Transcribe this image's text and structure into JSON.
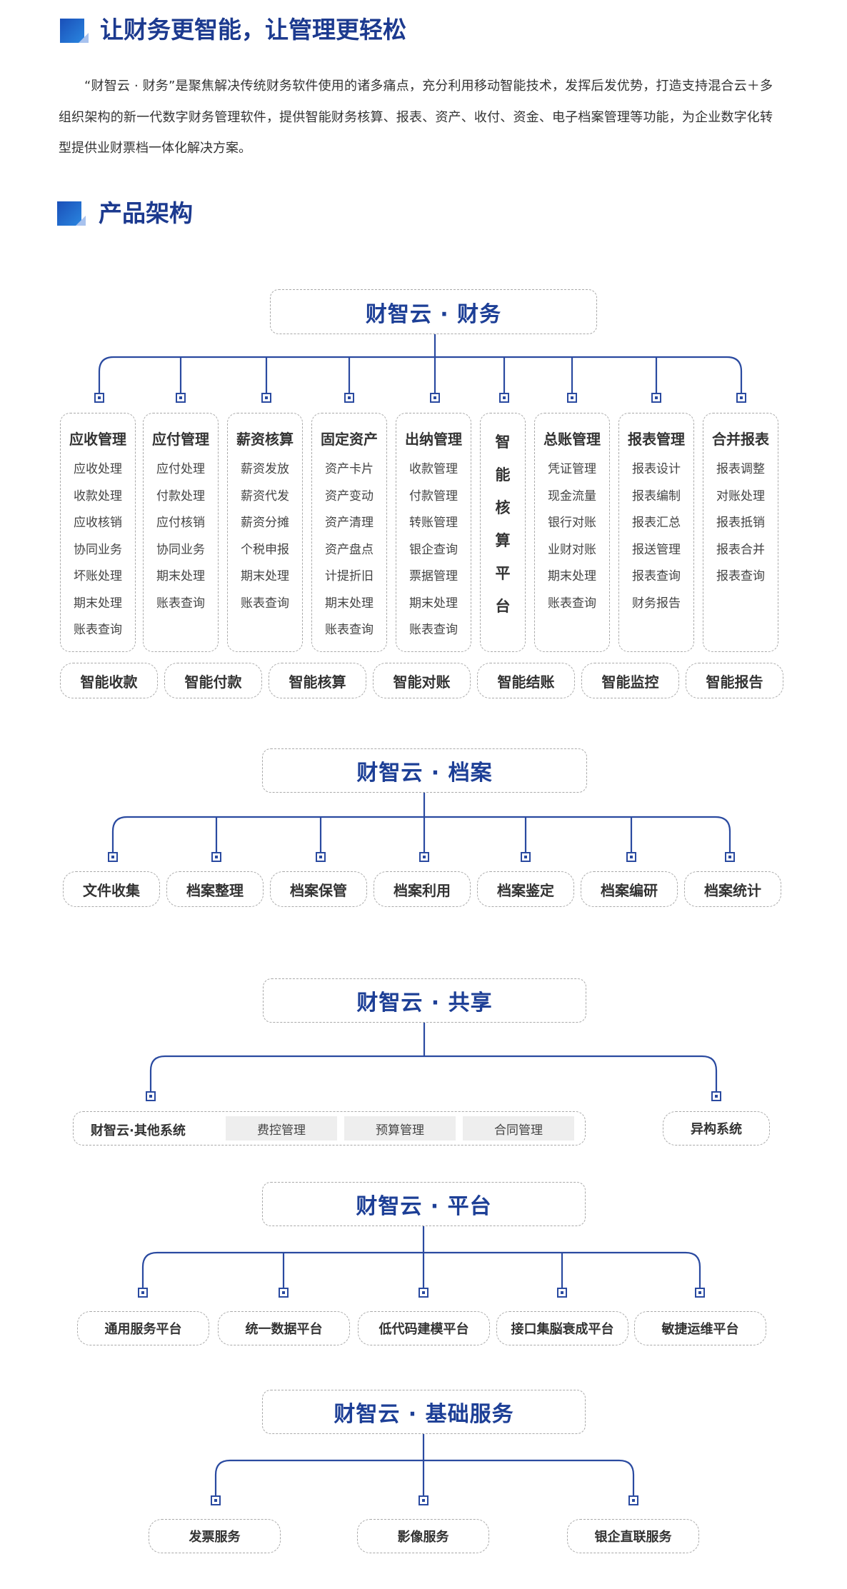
{
  "section1": {
    "title": "让财务更智能，让管理更轻松"
  },
  "intro": "“财智云 · 财务”是聚焦解决传统财务软件使用的诸多痛点，充分利用移动智能技术，发挥后发优势，打造支持混合云＋多组织架构的新一代数字财务管理软件，提供智能财务核算、报表、资产、收付、资金、电子档案管理等功能，为企业数字化转型提供业财票档一体化解决方案。",
  "section2": {
    "title": "产品架构"
  },
  "finance": {
    "title": "财智云 · 财务",
    "modules": [
      {
        "title": "应收管理",
        "items": [
          "应收处理",
          "收款处理",
          "应收核销",
          "协同业务",
          "坏账处理",
          "期末处理",
          "账表查询"
        ]
      },
      {
        "title": "应付管理",
        "items": [
          "应付处理",
          "付款处理",
          "应付核销",
          "协同业务",
          "期末处理",
          "账表查询"
        ]
      },
      {
        "title": "薪资核算",
        "items": [
          "薪资发放",
          "薪资代发",
          "薪资分摊",
          "个税申报",
          "期末处理",
          "账表查询"
        ]
      },
      {
        "title": "固定资产",
        "items": [
          "资产卡片",
          "资产变动",
          "资产清理",
          "资产盘点",
          "计提折旧",
          "期末处理",
          "账表查询"
        ]
      },
      {
        "title": "出纳管理",
        "items": [
          "收款管理",
          "付款管理",
          "转账管理",
          "银企查询",
          "票据管理",
          "期末处理",
          "账表查询"
        ]
      },
      {
        "title": "智能核算平台",
        "vertical": true
      },
      {
        "title": "总账管理",
        "items": [
          "凭证管理",
          "现金流量",
          "银行对账",
          "业财对账",
          "期末处理",
          "账表查询"
        ]
      },
      {
        "title": "报表管理",
        "items": [
          "报表设计",
          "报表编制",
          "报表汇总",
          "报送管理",
          "报表查询",
          "财务报告"
        ]
      },
      {
        "title": "合并报表",
        "items": [
          "报表调整",
          "对账处理",
          "报表抵销",
          "报表合并",
          "报表查询"
        ]
      }
    ],
    "smart": [
      "智能收款",
      "智能付款",
      "智能核算",
      "智能对账",
      "智能结账",
      "智能监控",
      "智能报告"
    ]
  },
  "archive": {
    "title": "财智云 · 档案",
    "items": [
      "文件收集",
      "档案整理",
      "档案保管",
      "档案利用",
      "档案鉴定",
      "档案编研",
      "档案统计"
    ]
  },
  "share": {
    "title": "财智云 · 共享",
    "other_label": "财智云·其他系统",
    "tags": [
      "费控管理",
      "预算管理",
      "合同管理"
    ],
    "hetero": "异构系统"
  },
  "platform": {
    "title": "财智云 · 平台",
    "items": [
      "通用服务平台",
      "统一数据平台",
      "低代码建模平台",
      "接口集脳衰成平台",
      "敏捷运维平台"
    ]
  },
  "base": {
    "title": "财智云 · 基础服务",
    "items": [
      "发票服务",
      "影像服务",
      "银企直联服务"
    ]
  },
  "colors": {
    "blue": "#1d3f96",
    "line": "#2a4aa0",
    "border": "#a9a9a9"
  }
}
